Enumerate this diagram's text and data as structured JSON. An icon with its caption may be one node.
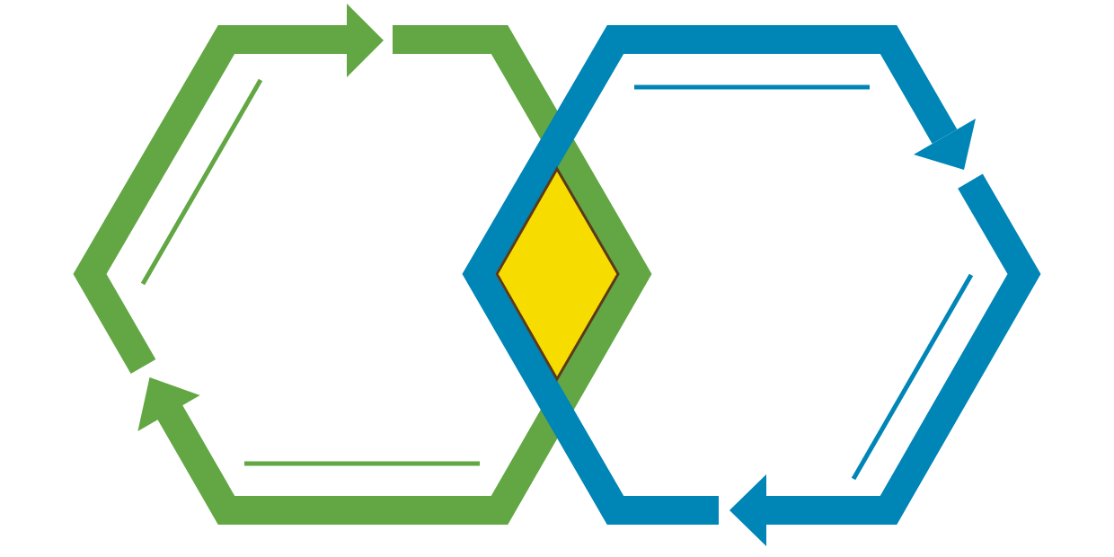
{
  "diagram": {
    "nodes": [
      {
        "text": [],
        "shape": "hexagon"
      },
      {
        "text": [],
        "shape": "hexagon"
      },
      {
        "text": [],
        "shape": "diamond"
      }
    ]
  }
}
